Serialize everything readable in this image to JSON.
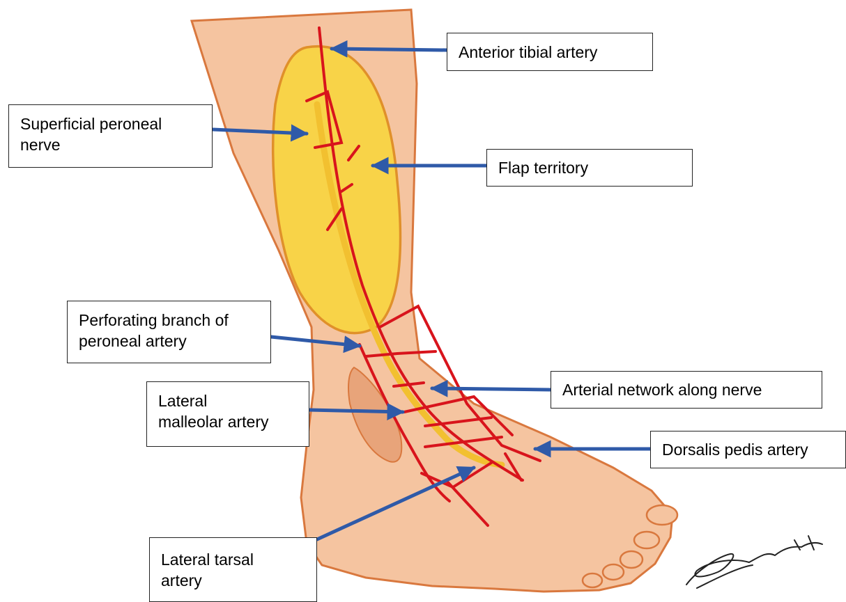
{
  "colors": {
    "skin": "#f5c4a0",
    "skin_edge": "#d9783e",
    "flap_fill": "#f8d348",
    "flap_edge": "#e0902a",
    "artery": "#d8141c",
    "nerve": "#f2c030",
    "arrow": "#2f5aa8"
  },
  "labels": {
    "anterior_tibial": "Anterior tibial artery",
    "superficial_peroneal": "Superficial peroneal\nnerve",
    "flap_territory": "Flap territory",
    "perforating_branch": "Perforating branch of\nperoneal artery",
    "arterial_network": "Arterial network along nerve",
    "lateral_malleolar": "Lateral\nmalleolar artery",
    "dorsalis_pedis": "Dorsalis pedis artery",
    "lateral_tarsal": "Lateral tarsal\nartery"
  }
}
